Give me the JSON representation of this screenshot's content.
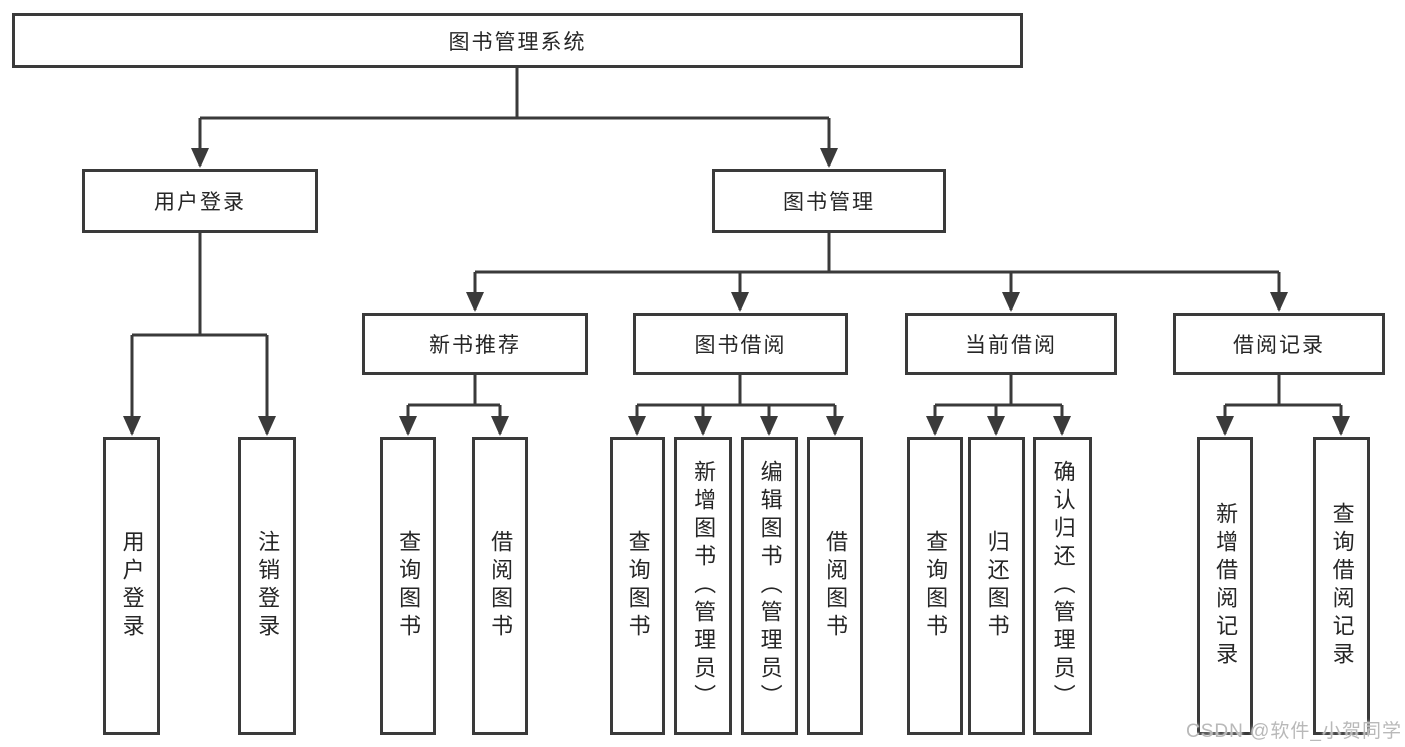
{
  "diagram": {
    "type": "tree",
    "background": "#ffffff",
    "line_color": "#3a3a3a",
    "text_color": "#262626",
    "watermark_color": "#b9b9b9",
    "tree": {
      "label": "图书管理系统",
      "children": [
        {
          "label": "用户登录",
          "children": [
            {
              "label": "用户登录"
            },
            {
              "label": "注销登录"
            }
          ]
        },
        {
          "label": "图书管理",
          "children": [
            {
              "label": "新书推荐",
              "children": [
                {
                  "label": "查询图书"
                },
                {
                  "label": "借阅图书"
                }
              ]
            },
            {
              "label": "图书借阅",
              "children": [
                {
                  "label": "查询图书"
                },
                {
                  "label": "新增图书（管理员）"
                },
                {
                  "label": "编辑图书（管理员）"
                },
                {
                  "label": "借阅图书"
                }
              ]
            },
            {
              "label": "当前借阅",
              "children": [
                {
                  "label": "查询图书"
                },
                {
                  "label": "归还图书"
                },
                {
                  "label": "确认归还（管理员）"
                }
              ]
            },
            {
              "label": "借阅记录",
              "children": [
                {
                  "label": "新增借阅记录"
                },
                {
                  "label": "查询借阅记录"
                }
              ]
            }
          ]
        }
      ]
    },
    "watermark": "CSDN @软件_小贺同学"
  }
}
